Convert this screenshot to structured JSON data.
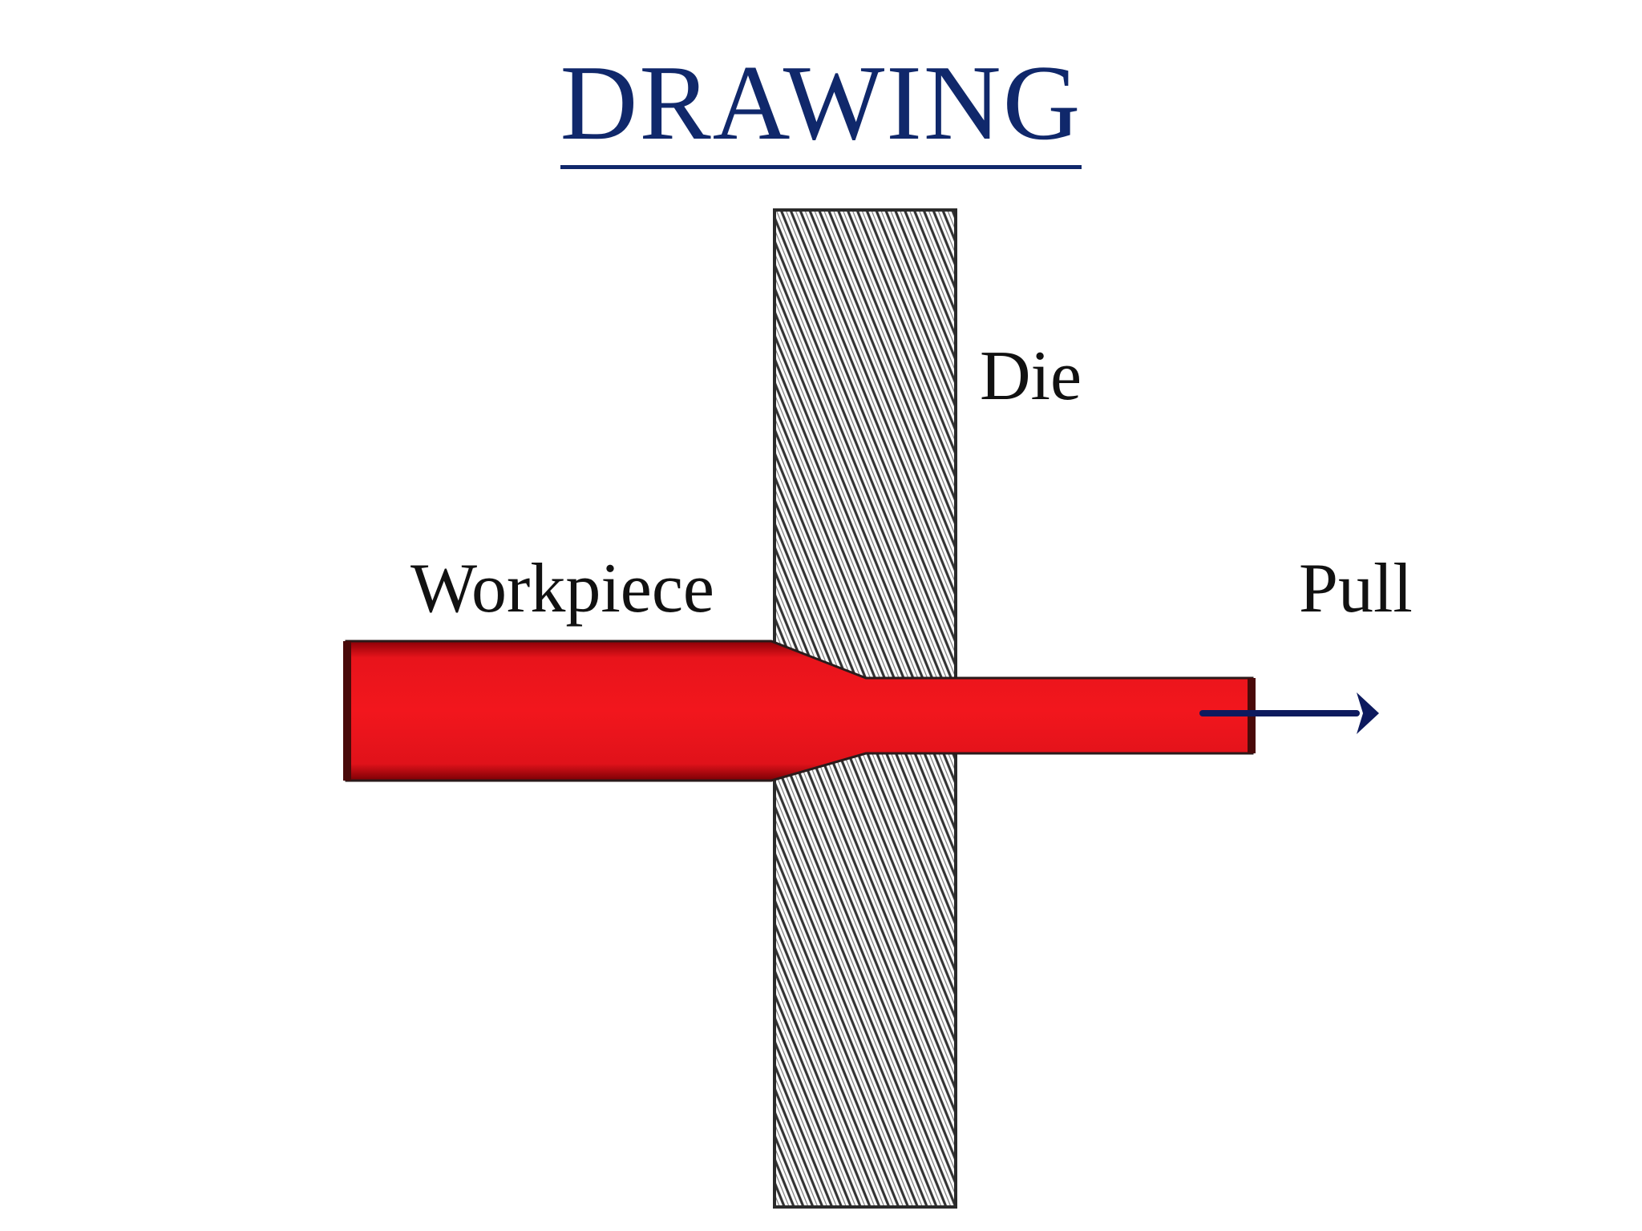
{
  "title": "DRAWING",
  "labels": {
    "die": "Die",
    "workpiece": "Workpiece",
    "pull": "Pull"
  },
  "colors": {
    "title": "#10286b",
    "workpiece": "#e8141b",
    "die_hatch": "#333333",
    "arrow": "#0d1a5e"
  }
}
